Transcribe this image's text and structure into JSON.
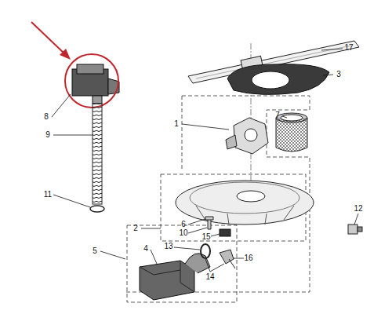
{
  "diagram": {
    "labels": [
      "17",
      "3",
      "1",
      "7",
      "8",
      "9",
      "11",
      "2",
      "6",
      "10",
      "15",
      "12",
      "5",
      "4",
      "13",
      "14",
      "16"
    ]
  }
}
